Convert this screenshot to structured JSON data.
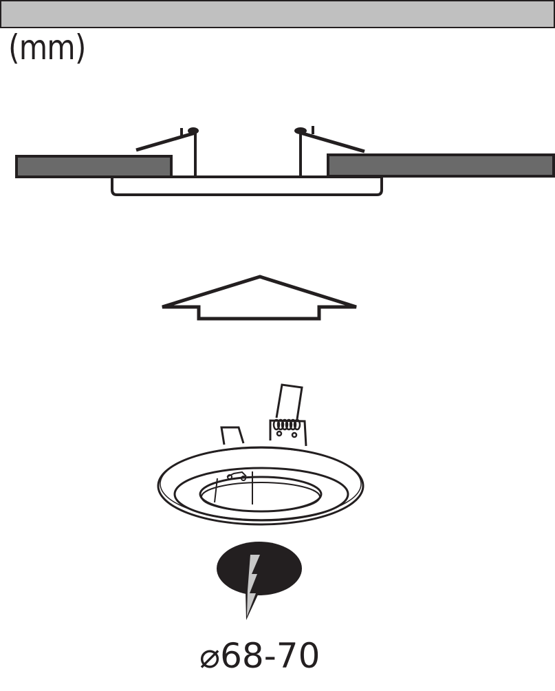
{
  "header": {
    "unit_label": "(mm)"
  },
  "steps": [
    {
      "id": "installed-section",
      "description": "Cross-section of fixture installed in ceiling panel with spring clips"
    },
    {
      "id": "insert-arrow",
      "description": "Upward arrow indicating insertion direction"
    },
    {
      "id": "fixture-product",
      "description": "Recessed downlight ring with spring clips"
    },
    {
      "id": "cutout-symbol",
      "description": "Ceiling cut-out / hole saw symbol"
    }
  ],
  "cutout": {
    "diameter_symbol": "⌀",
    "diameter_range": "68-70",
    "label": "⌀68-70"
  },
  "colors": {
    "stroke": "#231f20",
    "ceiling_top": "#c0c0c0",
    "ceiling_panel": "#6a6a6a",
    "bolt_fill": "#c8c8c8"
  }
}
